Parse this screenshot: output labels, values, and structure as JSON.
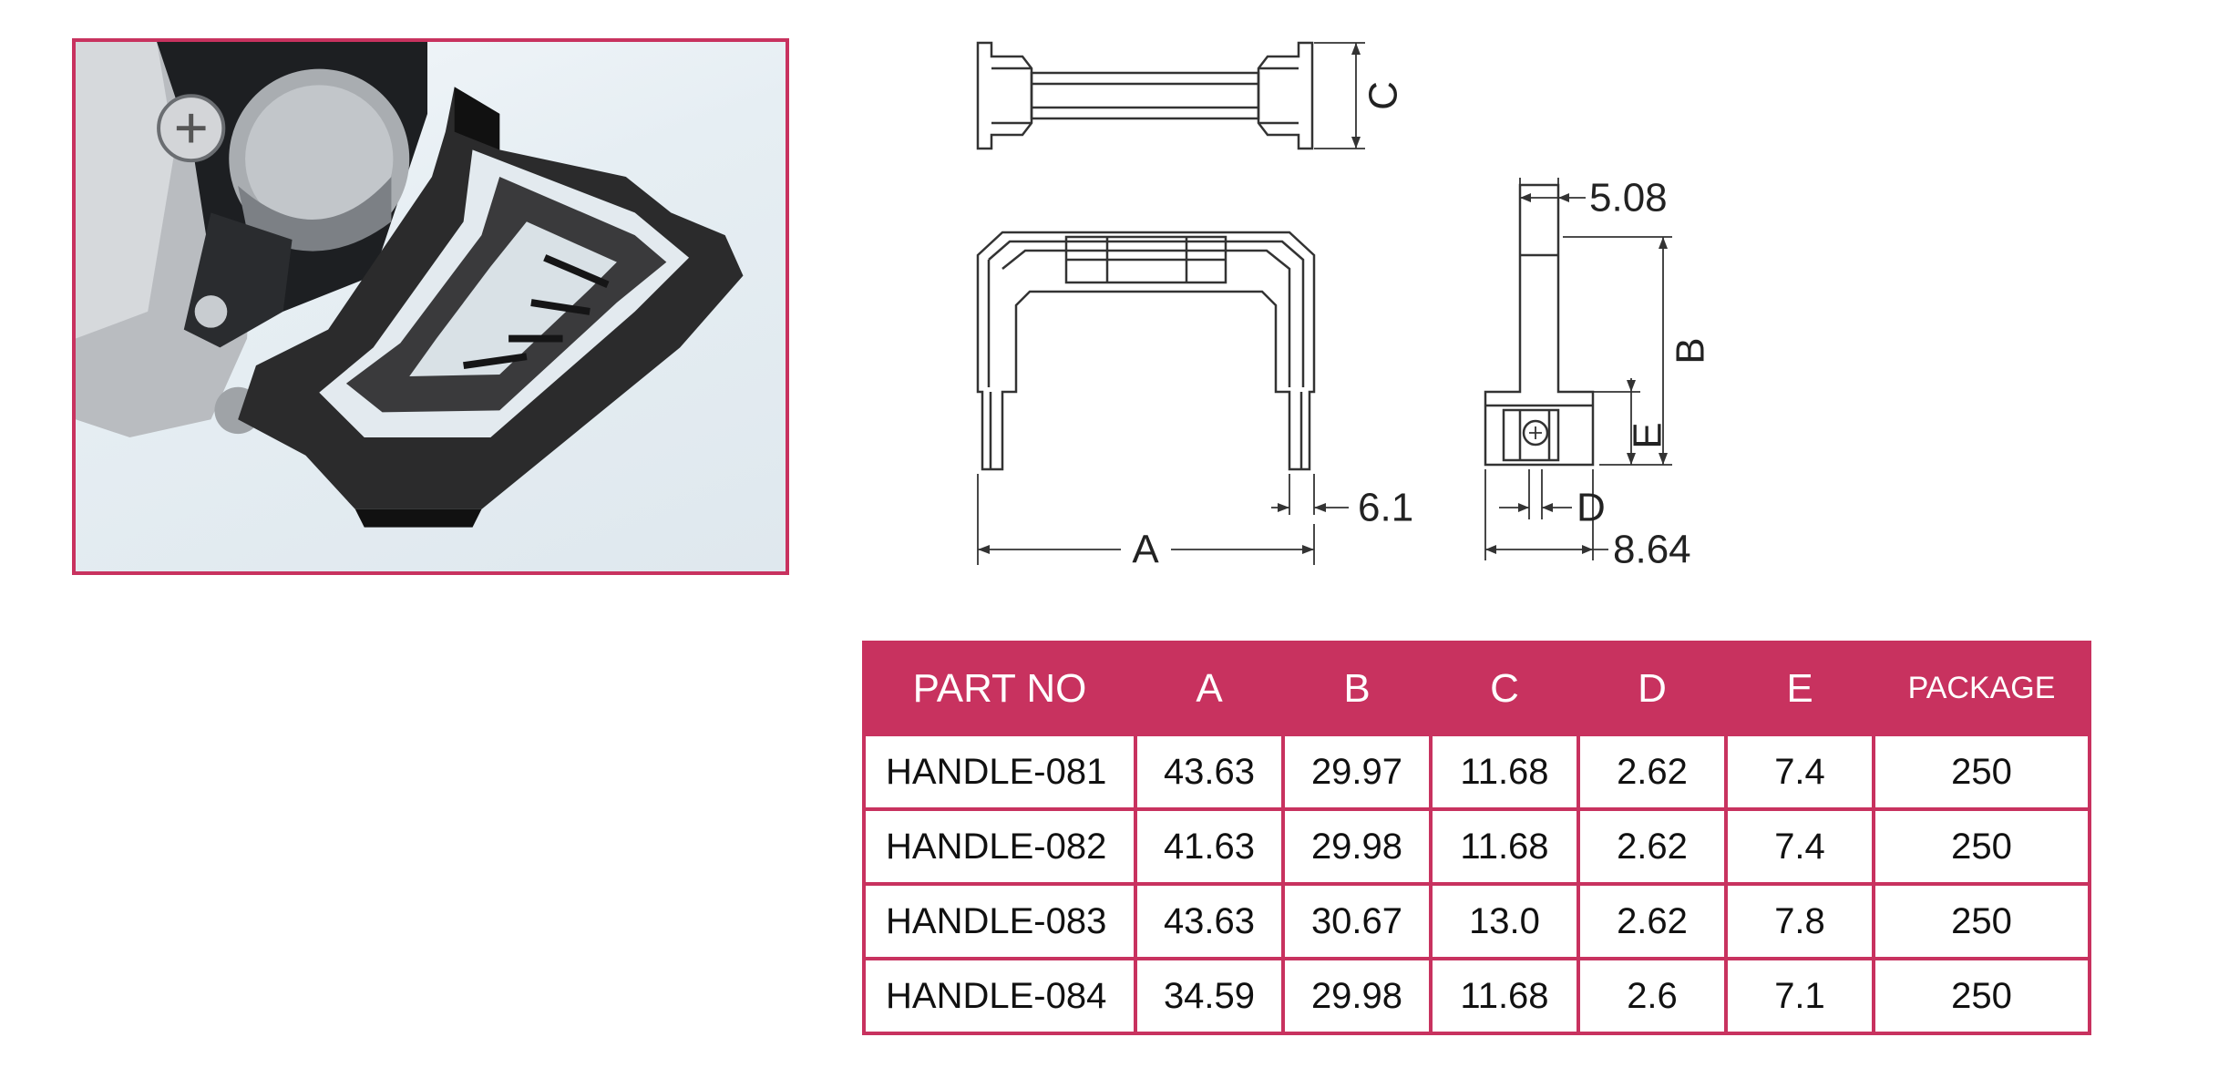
{
  "drawing_labels": {
    "c": "C",
    "dim_508": "5.08",
    "b": "B",
    "e": "E",
    "d": "D",
    "dim_61": "6.1",
    "a": "A",
    "dim_864": "8.64"
  },
  "table": {
    "headers": [
      "PART NO",
      "A",
      "B",
      "C",
      "D",
      "E",
      "PACKAGE"
    ],
    "rows": [
      [
        "HANDLE-081",
        "43.63",
        "29.97",
        "11.68",
        "2.62",
        "7.4",
        "250"
      ],
      [
        "HANDLE-082",
        "41.63",
        "29.98",
        "11.68",
        "2.62",
        "7.4",
        "250"
      ],
      [
        "HANDLE-083",
        "43.63",
        "30.67",
        "13.0",
        "2.62",
        "7.8",
        "250"
      ],
      [
        "HANDLE-084",
        "34.59",
        "29.98",
        "11.68",
        "2.6",
        "7.1",
        "250"
      ]
    ]
  },
  "colors": {
    "accent": "#c8325f"
  }
}
